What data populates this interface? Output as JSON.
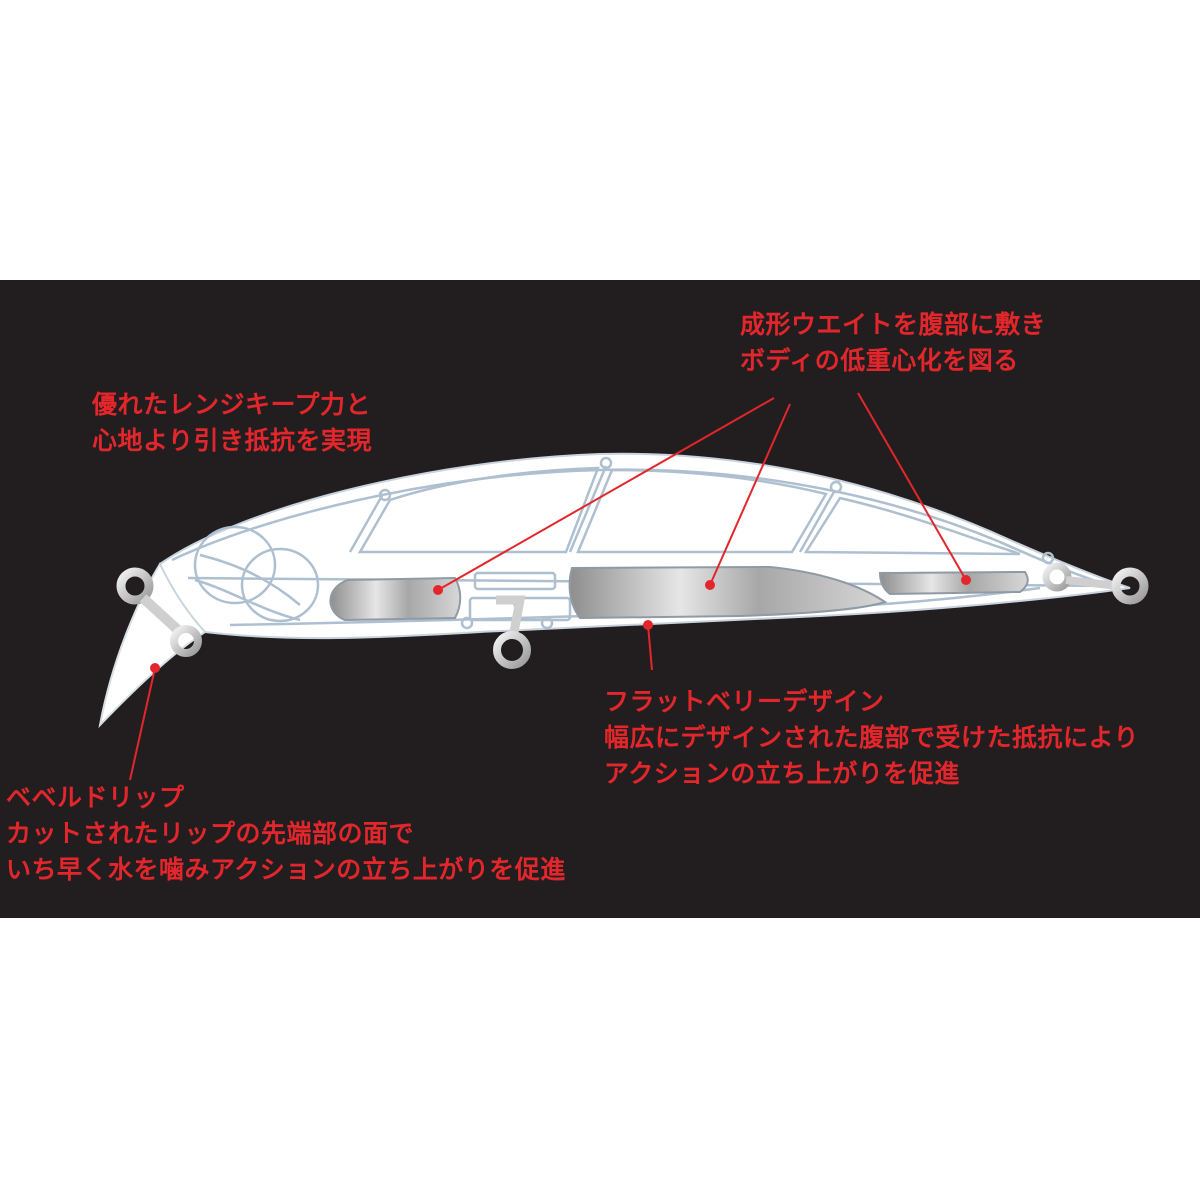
{
  "colors": {
    "background": "#221e1f",
    "annotation": "#e3262b",
    "outline": "#aebfd0",
    "body_fill": "#ffffff",
    "weight_metal": "#b8b8b8"
  },
  "annotations": {
    "weight": {
      "line1": "成形ウエイトを腹部に敷き",
      "line2": "ボディの低重心化を図る"
    },
    "range": {
      "line1": "優れたレンジキープ力と",
      "line2": "心地より引き抵抗を実現"
    },
    "belly": {
      "line1": "フラットベリーデザイン",
      "line2": "幅広にデザインされた腹部で受けた抵抗により",
      "line3": "アクションの立ち上がりを促進"
    },
    "lip": {
      "line1": "ベベルドリップ",
      "line2": "カットされたリップの先端部の面で",
      "line3": "いち早く水を噛みアクションの立ち上がりを促進"
    }
  }
}
